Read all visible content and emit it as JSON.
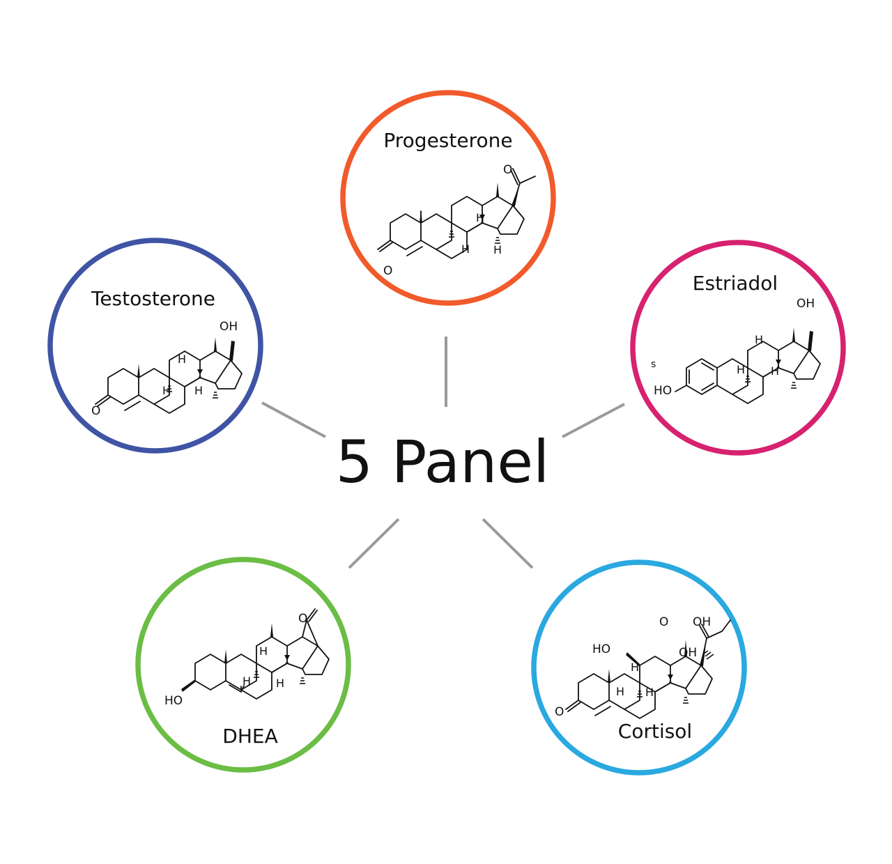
{
  "title": "5 Panel",
  "colors": {
    "connector": "#9a9a9a",
    "progesterone": "#f15a2b",
    "testosterone": "#3f54a4",
    "estradiol": "#d6226f",
    "dhea": "#6bbd45",
    "cortisol": "#2aa8e0"
  },
  "hormones": {
    "progesterone": {
      "name": "Progesterone",
      "o": "O"
    },
    "testosterone": {
      "name": "Testosterone",
      "o": "O",
      "oh": "OH"
    },
    "estradiol": {
      "name": "Estriadol",
      "oh": "OH",
      "ho": "HO",
      "stray": "s"
    },
    "dhea": {
      "name": "DHEA",
      "o": "O",
      "ho": "HO"
    },
    "cortisol": {
      "name": "Cortisol",
      "o": "O",
      "oh": "OH",
      "oh2": "OH",
      "ho": "HO"
    }
  },
  "h_label": "H"
}
